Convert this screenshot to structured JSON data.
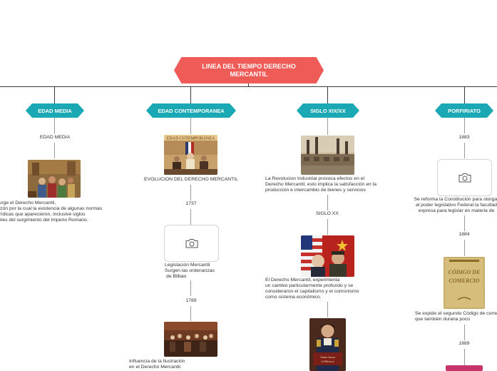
{
  "title": "LINEA DEL TIEMPO DERECHO MERCANTIL",
  "columns": [
    {
      "tag": "EDAD MEDIA",
      "label": "EDAD MEDIA",
      "text_lines": [
        "Surge el Derecho Mercantil,",
        "razón por la cual la existencia de algunas normas",
        "jurídicas que aparecieron, inclusive siglos",
        "antes del surgimiento del Imperio Romano."
      ]
    },
    {
      "tag": "EDAD CONTEMPORANEA",
      "image_caption": "EDAD COTEMPORÁNEA",
      "label": "EVOLUCION DEL DERECHO MERCANTIL",
      "year1": "1737",
      "text1_lines": [
        "Legislación Mercantil",
        "Surgen las ordenanzas",
        "de Bilbao"
      ],
      "year2": "1789",
      "text2_lines": [
        "Influencia de la Ilustración",
        "en el Derecho Mercantil."
      ]
    },
    {
      "tag": "SIGLO XIX/XX",
      "text1_lines": [
        "La Revolucion Industrial provoca efectos en el",
        "Derecho Mercantil, esto implica la satisfacción en la",
        "producción e intercambio de bienes y servicios"
      ],
      "label": "SIGLO  XX",
      "text2_lines": [
        "El Derecho Mercantil, experimenta",
        "un cambio particularmente profundo y se",
        "consideraron el capitalismo y el comunismo",
        "como sistema económico."
      ],
      "portrait_caption": [
        "Santa Anna",
        "of Mexico"
      ]
    },
    {
      "tag": "PORFIRIATO",
      "year1": "1883",
      "text1_lines": [
        "Se reforma la Constitución para otorgar",
        "al poder legislativo Federal la facultad",
        "expresa para legislar en materia de"
      ],
      "year2": "1884",
      "book_title": [
        "CÓDIGO DE",
        "COMERCIO"
      ],
      "text2_lines": [
        "Se expide el segundo Código de comercio",
        "que también duraria poco"
      ],
      "year3": "1889"
    }
  ],
  "colors": {
    "title": "#ef5b56",
    "tag": "#1aa8b5"
  },
  "icons": [
    "camera-icon"
  ]
}
